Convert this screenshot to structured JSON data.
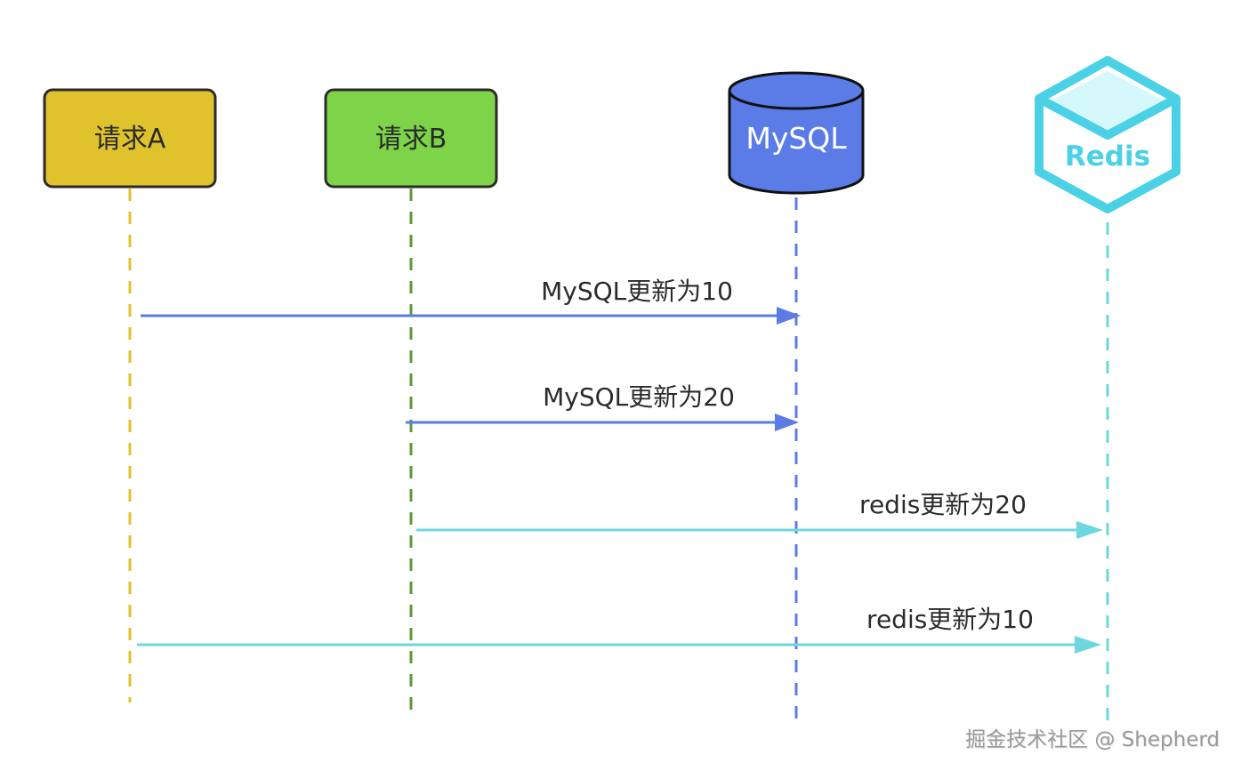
{
  "diagram": {
    "type": "sequence",
    "actors": [
      {
        "id": "reqA",
        "label": "请求A",
        "shape": "rounded-rect",
        "fill": "#e0c22c",
        "lifeline_color": "#e0c22c"
      },
      {
        "id": "reqB",
        "label": "请求B",
        "shape": "rounded-rect",
        "fill": "#7ed448",
        "lifeline_color": "#5a9a33"
      },
      {
        "id": "mysql",
        "label": "MySQL",
        "shape": "database-cylinder",
        "fill": "#5b7be6",
        "lifeline_color": "#5b7be6"
      },
      {
        "id": "redis",
        "label": "Redis",
        "shape": "hexagon-cube-logo",
        "fill": "#4ad1e6",
        "lifeline_color": "#6dd6df"
      }
    ],
    "messages": [
      {
        "from": "reqA",
        "to": "mysql",
        "label": "MySQL更新为10",
        "color": "#5b7be6"
      },
      {
        "from": "reqB",
        "to": "mysql",
        "label": "MySQL更新为20",
        "color": "#5b7be6"
      },
      {
        "from": "reqB",
        "to": "redis",
        "label": "redis更新为20",
        "color": "#6dd6df"
      },
      {
        "from": "reqA",
        "to": "redis",
        "label": "redis更新为10",
        "color": "#6dd6df"
      }
    ]
  },
  "watermark": "掘金技术社区 @ Shepherd"
}
